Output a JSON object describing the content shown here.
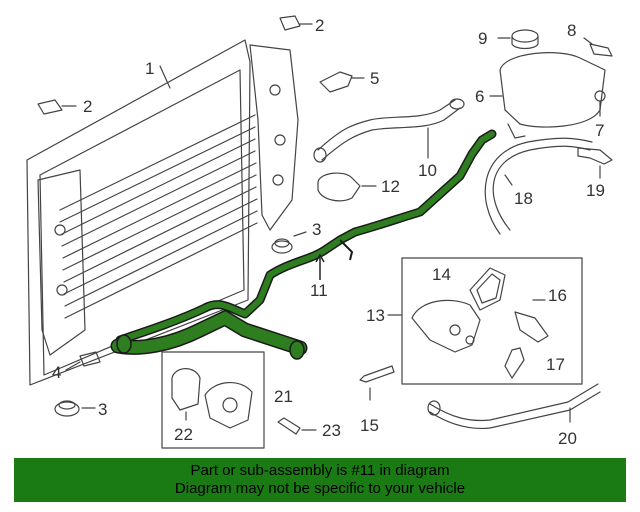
{
  "callouts": {
    "c1": "1",
    "c2a": "2",
    "c2b": "2",
    "c3a": "3",
    "c3b": "3",
    "c4": "4",
    "c5": "5",
    "c6": "6",
    "c7": "7",
    "c8": "8",
    "c9": "9",
    "c10": "10",
    "c11": "11",
    "c12": "12",
    "c13": "13",
    "c14": "14",
    "c15": "15",
    "c16": "16",
    "c17": "17",
    "c18": "18",
    "c19": "19",
    "c20": "20",
    "c21": "21",
    "c22": "22",
    "c23": "23"
  },
  "highlight_part": "11",
  "colors": {
    "highlight": "#2e7d1f",
    "banner": "#1a7a14",
    "line": "#444444"
  },
  "banner": {
    "line1": "Part or sub-assembly is #11 in diagram",
    "line2": "Diagram may not be specific to your vehicle"
  }
}
